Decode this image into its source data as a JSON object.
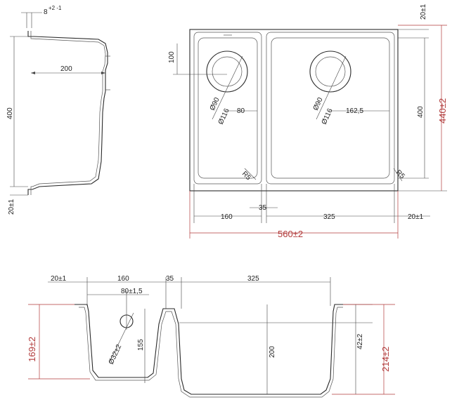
{
  "colors": {
    "line": "#2a2a2a",
    "accent_red": "#b13a3a"
  },
  "side_view": {
    "top_dim": "8",
    "top_tol": "+2 -1",
    "width": "200",
    "height": "400",
    "bottom_flange": "20±1"
  },
  "top_view": {
    "top_flange": "20±1",
    "bowl_depth_left": "100",
    "drain_left_outer": "Ø116",
    "drain_left_inner": "Ø90",
    "drain_left_offset": "80",
    "drain_right_outer": "Ø116",
    "drain_right_inner": "Ø90",
    "drain_right_offset": "162,5",
    "radius_left": "R5",
    "radius_right": "R5",
    "bowl_height": "400",
    "total_height": "440±2",
    "left_bowl_width": "160",
    "divider": "35",
    "right_bowl_width": "325",
    "right_flange": "20±1",
    "total_width": "560±2"
  },
  "section_view": {
    "left_flange": "20±1",
    "left_bowl": "160",
    "divider": "35",
    "right_bowl": "325",
    "drain_offset": "80±1,5",
    "overflow_dia": "Ø32±2",
    "left_depth": "155",
    "right_depth": "200",
    "rim_height": "42±2",
    "left_total": "169±2",
    "right_total": "214±2"
  }
}
